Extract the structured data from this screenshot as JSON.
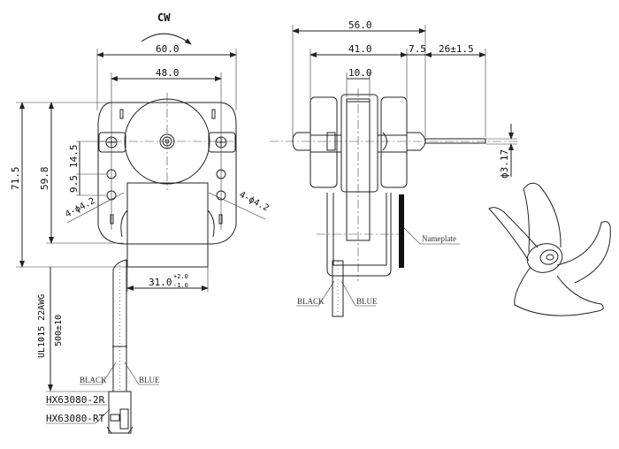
{
  "front_view": {
    "rotation_label": "CW",
    "dim_width_overall": "60.0",
    "dim_hole_spacing": "48.0",
    "dim_height_overall": "71.5",
    "dim_frame_height": "59.8",
    "dim_hole_offset_1": "14.5",
    "dim_hole_offset_2": "9.5",
    "hole_callout_left": "4-ϕ4.2",
    "hole_callout_right": "4-ϕ4.2",
    "dim_stack": "31.0",
    "dim_stack_tol_upper": "+2.0",
    "dim_stack_tol_lower": "-1.0",
    "cable_spec": "UL1015 22AWG",
    "cable_length": "500±10",
    "wire_left": "BLACK",
    "wire_right": "BLUE",
    "connector_housing": "HX63080-2R",
    "connector_terminal": "HX63080-RT"
  },
  "side_view": {
    "dim_overall": "56.0",
    "dim_body": "41.0",
    "dim_boss": "7.5",
    "dim_shaft": "26±1.5",
    "dim_core": "10.0",
    "dim_shaft_dia": "ϕ3.17",
    "nameplate_label": "Nameplate",
    "wire_left": "BLACK",
    "wire_right": "BLUE"
  }
}
